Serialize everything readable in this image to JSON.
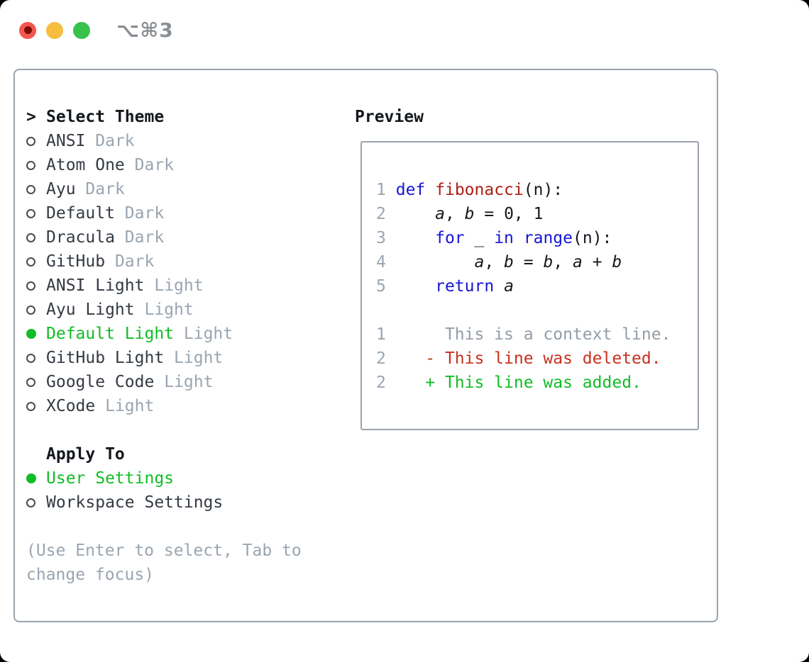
{
  "window": {
    "title": "⌥⌘3"
  },
  "titlebar": {
    "buttons": [
      "close",
      "minimize",
      "zoom"
    ]
  },
  "colors": {
    "accent_green": "#10bd24",
    "deleted_red": "#c9301e",
    "keyword_blue": "#1616d1",
    "function_red": "#ad1f15",
    "muted_gray": "#9aa5b1",
    "text_dark": "#343a42",
    "border_gray": "#9aa3ad",
    "traffic_red": "#f4564e",
    "traffic_yellow": "#f6bd3e",
    "traffic_green": "#36c24b"
  },
  "theme_picker": {
    "cursor": ">",
    "header": "Select Theme",
    "items": [
      {
        "name": "ANSI",
        "variant": "Dark",
        "selected": false
      },
      {
        "name": "Atom One",
        "variant": "Dark",
        "selected": false
      },
      {
        "name": "Ayu",
        "variant": "Dark",
        "selected": false
      },
      {
        "name": "Default",
        "variant": "Dark",
        "selected": false
      },
      {
        "name": "Dracula",
        "variant": "Dark",
        "selected": false
      },
      {
        "name": "GitHub",
        "variant": "Dark",
        "selected": false
      },
      {
        "name": "ANSI Light",
        "variant": "Light",
        "selected": false
      },
      {
        "name": "Ayu Light",
        "variant": "Light",
        "selected": false
      },
      {
        "name": "Default Light",
        "variant": "Light",
        "selected": true
      },
      {
        "name": "GitHub Light",
        "variant": "Light",
        "selected": false
      },
      {
        "name": "Google Code",
        "variant": "Light",
        "selected": false
      },
      {
        "name": "XCode",
        "variant": "Light",
        "selected": false
      }
    ]
  },
  "apply_to": {
    "header": "Apply To",
    "options": [
      {
        "label": "User Settings",
        "selected": true
      },
      {
        "label": "Workspace Settings",
        "selected": false
      }
    ]
  },
  "hint": "(Use Enter to select, Tab to change focus)",
  "preview": {
    "header": "Preview",
    "lines": [
      {
        "type": "blank"
      },
      {
        "type": "code",
        "num": "1",
        "tokens": [
          [
            " ",
            "p"
          ],
          [
            "def",
            "k"
          ],
          [
            " ",
            "p"
          ],
          [
            "fibonacci",
            "f"
          ],
          [
            "(n):",
            "p"
          ]
        ]
      },
      {
        "type": "code",
        "num": "2",
        "tokens": [
          [
            "     ",
            "p"
          ],
          [
            "a",
            "v"
          ],
          [
            ", ",
            "p"
          ],
          [
            "b",
            "v"
          ],
          [
            " = 0, 1",
            "p"
          ]
        ]
      },
      {
        "type": "code",
        "num": "3",
        "tokens": [
          [
            "     ",
            "p"
          ],
          [
            "for",
            "k"
          ],
          [
            " _ ",
            "p"
          ],
          [
            "in",
            "k"
          ],
          [
            " ",
            "p"
          ],
          [
            "range",
            "k"
          ],
          [
            "(n):",
            "p"
          ]
        ]
      },
      {
        "type": "code",
        "num": "4",
        "tokens": [
          [
            "         ",
            "p"
          ],
          [
            "a",
            "v"
          ],
          [
            ", ",
            "p"
          ],
          [
            "b",
            "v"
          ],
          [
            " = ",
            "p"
          ],
          [
            "b",
            "v"
          ],
          [
            ", ",
            "p"
          ],
          [
            "a",
            "v"
          ],
          [
            " + ",
            "p"
          ],
          [
            "b",
            "v"
          ]
        ]
      },
      {
        "type": "code",
        "num": "5",
        "tokens": [
          [
            "     ",
            "p"
          ],
          [
            "return",
            "k"
          ],
          [
            " ",
            "p"
          ],
          [
            "a",
            "v"
          ]
        ]
      },
      {
        "type": "blank"
      },
      {
        "type": "diff",
        "num": "1",
        "kind": "ctx",
        "text": "      This is a context line."
      },
      {
        "type": "diff",
        "num": "2",
        "kind": "del",
        "text": "    - This line was deleted."
      },
      {
        "type": "diff",
        "num": "2",
        "kind": "add",
        "text": "    + This line was added."
      }
    ]
  }
}
